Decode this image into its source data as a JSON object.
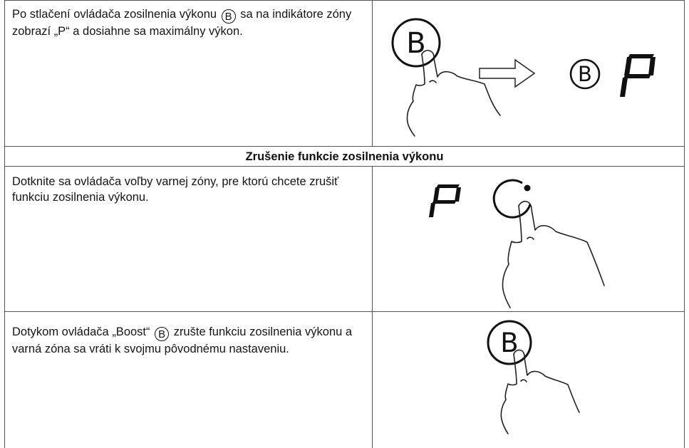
{
  "rows": [
    {
      "text_before": "Po stlačení ovládača zosilnenia výkonu",
      "button_glyph": "B",
      "text_after": "sa na indikátore zóny zobrazí „P“ a dosiahne sa maximálny výkon."
    },
    {
      "heading": "Zrušenie funkcie zosilnenia výkonu"
    },
    {
      "text": "Dotknite sa ovládača voľby varnej zóny, pre ktorú chcete zrušiť funkciu zosilnenia výkonu."
    },
    {
      "text_before": "Dotykom ovládača „Boost“",
      "button_glyph": "B",
      "text_after": "zrušte funkciu zosilnenia výkonu a varná zóna sa vráti k svojmu pôvodnému nastaveniu."
    }
  ],
  "illustrations": {
    "boost_symbol": "B",
    "display_symbol": "P",
    "icons": [
      "touch-hand-icon",
      "arrow-right-icon",
      "boost-button-icon",
      "seven-segment-p-icon",
      "zone-select-button-icon"
    ]
  }
}
